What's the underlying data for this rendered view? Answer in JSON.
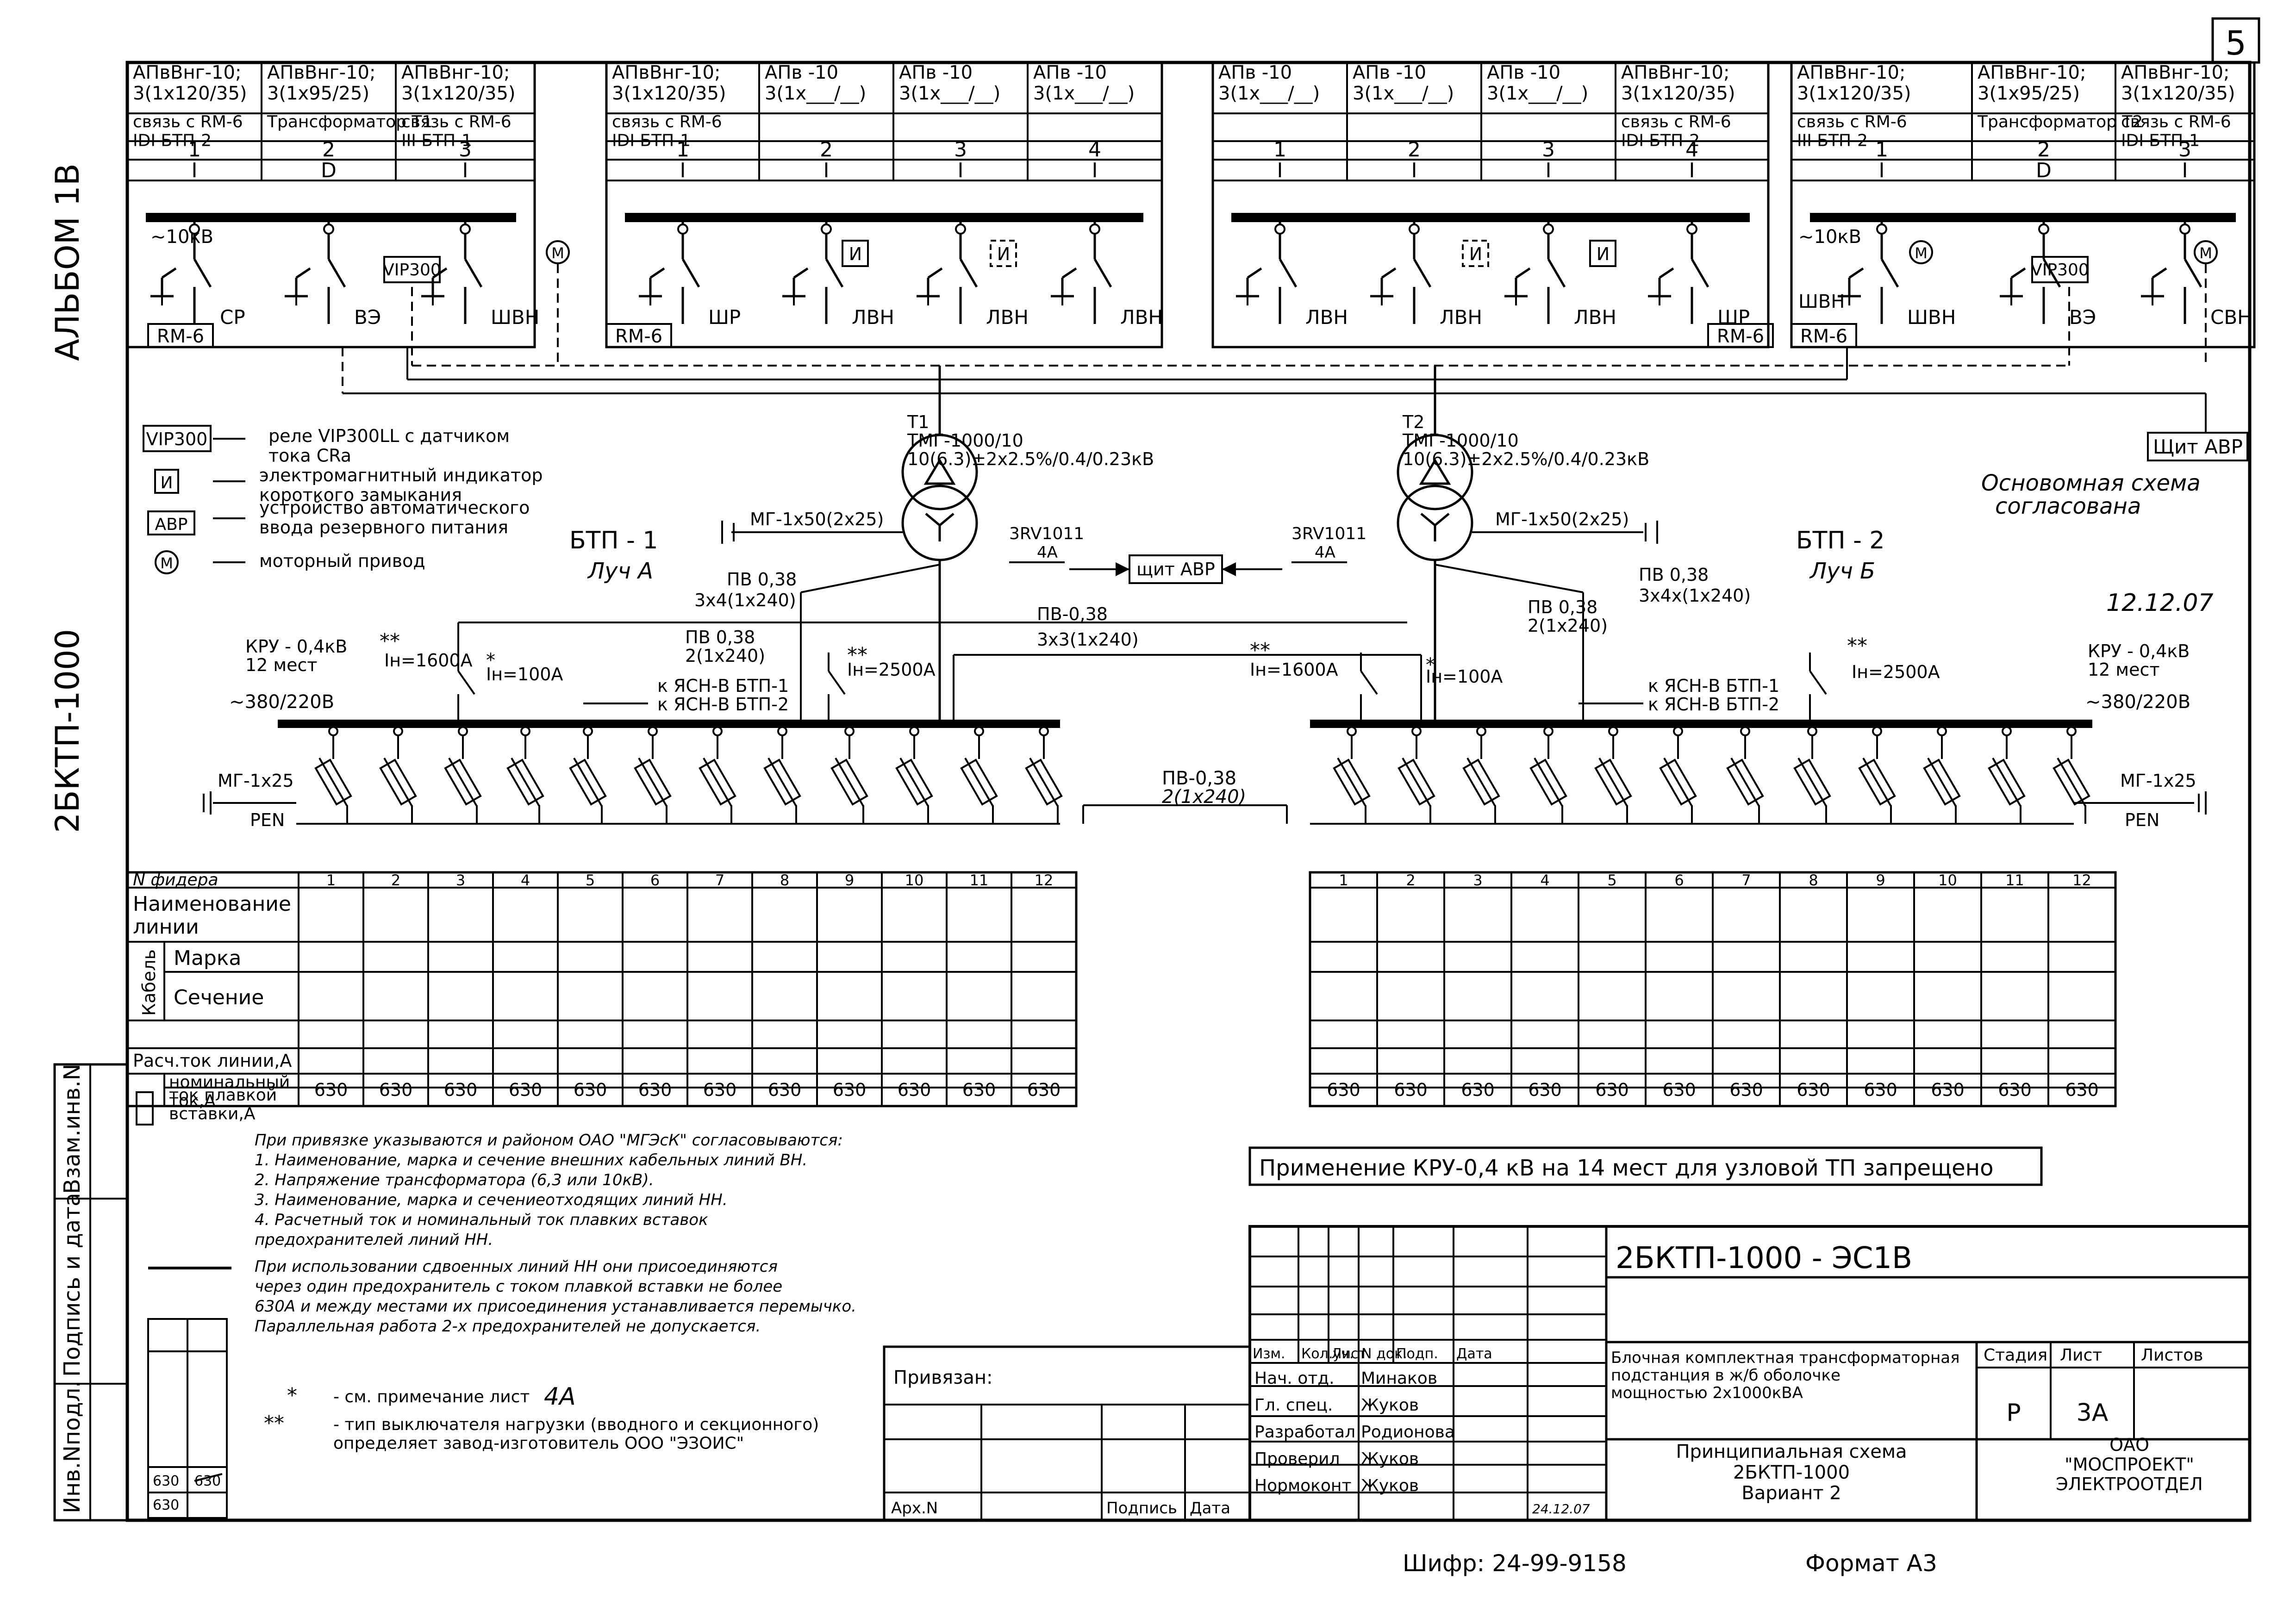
{
  "page_number": "5",
  "side": {
    "album": "АЛЬБОМ 1В",
    "code": "2БКТП-1000"
  },
  "side_stamp": {
    "inv_podl": "Инв.Nподл.",
    "podpis": "Подпись и дата",
    "vzam": "Взам.инв.N"
  },
  "cells": {
    "btp1_left": [
      {
        "cable": "АПвВнг-10;\n3(1х120/35)",
        "desc": "связь с RM-6\nIDI БТП-2",
        "num": "1",
        "type": "I",
        "name": "СР"
      },
      {
        "cable": "АПвВнг-10;\n3(1х95/25)",
        "desc": "Трансформатор Т1",
        "num": "2",
        "type": "D",
        "name": "ВЭ"
      },
      {
        "cable": "АПвВнг-10;\n3(1х120/35)",
        "desc": "связь с RM-6\nIII БТП-1",
        "num": "3",
        "type": "I",
        "name": "ШВН"
      }
    ],
    "btp1_right": [
      {
        "cable": "АПвВнг-10;\n3(1х120/35)",
        "desc": "связь с RM-6\nIDI БТП-1",
        "num": "1",
        "type": "I",
        "name": "ШР"
      },
      {
        "cable": "АПв  -10\n3(1х___/__)",
        "desc": "",
        "num": "2",
        "type": "I",
        "name": "ЛВН"
      },
      {
        "cable": "АПв  -10\n3(1х___/__)",
        "desc": "",
        "num": "3",
        "type": "I",
        "name": "ЛВН"
      },
      {
        "cable": "АПв  -10\n3(1х___/__)",
        "desc": "",
        "num": "4",
        "type": "I",
        "name": "ЛВН"
      }
    ],
    "btp2_left": [
      {
        "cable": "АПв  -10\n3(1х___/__)",
        "desc": "",
        "num": "1",
        "type": "I",
        "name": "ЛВН"
      },
      {
        "cable": "АПв  -10\n3(1х___/__)",
        "desc": "",
        "num": "2",
        "type": "I",
        "name": "ЛВН"
      },
      {
        "cable": "АПв  -10\n3(1х___/__)",
        "desc": "",
        "num": "3",
        "type": "I",
        "name": "ЛВН"
      },
      {
        "cable": "АПвВнг-10;\n3(1х120/35)",
        "desc": "связь с RM-6\nIDI БТП-2",
        "num": "4",
        "type": "I",
        "name": "ШР"
      }
    ],
    "btp2_right": [
      {
        "cable": "АПвВнг-10;\n3(1х120/35)",
        "desc": "связь с RM-6\nIII БТП-2",
        "num": "1",
        "type": "I",
        "name": "ШВН"
      },
      {
        "cable": "АПвВнг-10;\n3(1х95/25)",
        "desc": "Трансформатор Т2",
        "num": "2",
        "type": "D",
        "name": "ВЭ"
      },
      {
        "cable": "АПвВнг-10;\n3(1х120/35)",
        "desc": "связь с RM-6\nIDI БТП-1",
        "num": "3",
        "type": "I",
        "name": "СВН"
      }
    ]
  },
  "labels": {
    "rm6": "RM-6",
    "kv10": "~10кВ",
    "vip300": "VIP300",
    "abr_panel": "Щит АВР",
    "abr_center": "щит АВР",
    "rv": "3RV1011",
    "rv_a": "4А"
  },
  "legend": [
    {
      "sym": "VIP300",
      "text": "реле VIP300LL с датчиком\nтока CRa"
    },
    {
      "sym": "И",
      "text": "электромагнитный индикатор\nкороткого замыкания"
    },
    {
      "sym": "АВР",
      "text": "устройство автоматического\nввода резервного питания"
    },
    {
      "sym": "М",
      "text": "моторный привод"
    }
  ],
  "transformers": {
    "t1": {
      "name": "Т1",
      "type": "ТМГ-1000/10",
      "rating": "10(6.3)±2х2.5%/0.4/0.23кВ",
      "btp": "БТП - 1",
      "ray": "Луч А"
    },
    "t2": {
      "name": "Т2",
      "type": "ТМГ-1000/10",
      "rating": "10(6.3)±2х2.5%/0.4/0.23кВ",
      "btp": "БТП - 2",
      "ray": "Луч Б"
    }
  },
  "cables": {
    "mg50": "МГ-1х50(2х25)",
    "pv_l1": "ПВ 0,38",
    "pv_l1b": "3х4(1х240)",
    "pv_l2": "ПВ 0,38",
    "pv_l2b": "2(1х240)",
    "pv_c": "ПВ-0,38",
    "pv_cb": "3х3(1х240)",
    "pv_r1": "ПВ 0,38",
    "pv_r1b": "3х4х(1х240)",
    "pv_r2": "ПВ 0,38",
    "pv_r2b": "2(1х240)",
    "pv_low": "ПВ-0,38",
    "pv_lowb": "2(1х240)",
    "mg25": "МГ-1х25",
    "pen": "PEN"
  },
  "kru": {
    "left": {
      "l1": "КРУ - 0,4кВ",
      "l2": "12 мест",
      "l3": "~380/220В"
    },
    "right": {
      "l1": "КРУ - 0,4кВ",
      "l2": "12 мест",
      "l3": "~380/220В"
    },
    "in1600": "Iн=1600А",
    "in100": "Iн=100А",
    "in2500": "Iн=2500А",
    "stars": "**",
    "star": "*",
    "yasn1": "к ЯСН-В БТП-1",
    "yasn2": "к ЯСН-В БТП-2"
  },
  "table": {
    "h_feeder": "N фидера",
    "h_name": "Наименование\nлинии",
    "h_cable": "Кабель",
    "h_mark": "Марка",
    "h_section": "Сечение",
    "h_current": "Расч.ток линии,А",
    "h_nom": "номинальный\nток,А",
    "h_fuse": "ток плавкой\nвставки,А",
    "numbers": [
      "1",
      "2",
      "3",
      "4",
      "5",
      "6",
      "7",
      "8",
      "9",
      "10",
      "11",
      "12"
    ],
    "nominal": [
      "630",
      "630",
      "630",
      "630",
      "630",
      "630",
      "630",
      "630",
      "630",
      "630",
      "630",
      "630"
    ]
  },
  "notice": "Применение КРУ-0,4 кВ на 14 мест для узловой ТП запрещено",
  "notes": [
    "При привязке указываются и районом ОАО \"МГЭсК\" согласовываются:",
    "1. Наименование, марка и сечение внешних кабельных линий ВН.",
    "2. Напряжение трансформатора (6,3 или 10кВ).",
    "3. Наименование, марка и сечениеотходящих линий НН.",
    "4. Расчетный ток и номинальный ток плавких вставок",
    "   предохранителей линий НН.",
    "При использовании сдвоенных линий НН они присоединяются",
    "через один предохранитель с током плавкой вставки не более",
    "630А и между местами их присоединения устанавливается перемычко.",
    "Параллельная работа 2-х предохранителей не допускается."
  ],
  "fuse_small": [
    "630",
    "630",
    "630"
  ],
  "footnotes": [
    {
      "sym": "*",
      "text": "- см. примечание лист",
      "ref": "4А"
    },
    {
      "sym": "**",
      "text": "- тип выключателя нагрузки (вводного и секционного)\nопределяет завод-изготовитель ООО \"ЭЗОИС\""
    }
  ],
  "approval": {
    "l1": "Основомная схема",
    "l2": "согласована",
    "date": "12.12.07"
  },
  "title_block": {
    "doc_code": "2БКТП-1000 - ЭС1В",
    "privyazan": "Привязан:",
    "arch": "Арх.N",
    "podpis": "Подпись",
    "data": "Дата",
    "cols": [
      "Изм.",
      "Кол.уч.",
      "Лист",
      "N док.",
      "Подп.",
      "Дата"
    ],
    "roles": [
      {
        "role": "Нач. отд.",
        "name": "Минаков"
      },
      {
        "role": "Гл. спец.",
        "name": "Жуков"
      },
      {
        "role": "Разработал",
        "name": "Родионова"
      },
      {
        "role": "Проверил",
        "name": "Жуков"
      },
      {
        "role": "Нормоконт",
        "name": "Жуков"
      }
    ],
    "sig_date": "24.12.07",
    "desc": "Блочная комплектная трансформаторная\nподстанция в ж/б оболочке\nмощностью 2х1000кВА",
    "stage_h": "Стадия",
    "sheet_h": "Лист",
    "sheets_h": "Листов",
    "stage": "Р",
    "sheet": "3А",
    "scheme": "Принципиальная схема\n2БКТП-1000\nВариант 2",
    "org": "ОАО\n\"МОСПРОЕКТ\"\nЭЛЕКТРООТДЕЛ"
  },
  "cipher": "Шифр: 24-99-9158",
  "format": "Формат А3"
}
